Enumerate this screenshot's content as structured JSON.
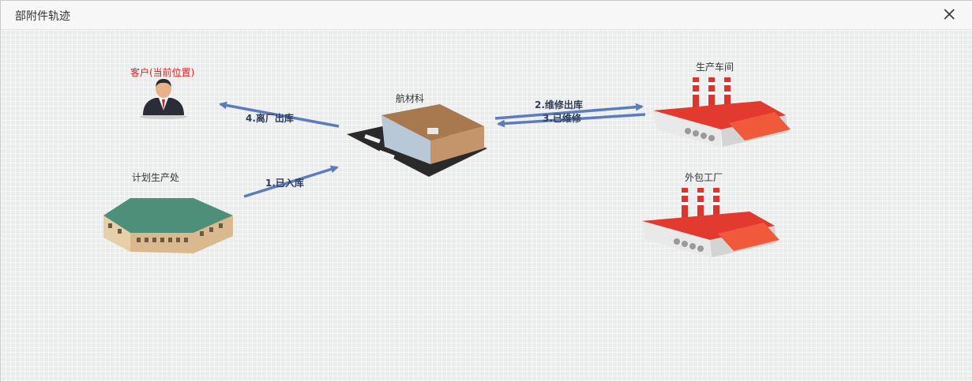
{
  "window": {
    "title": "部附件轨迹",
    "close_icon": "close-icon"
  },
  "nodes": {
    "customer": "客户(当前位置)",
    "planning": "计划生产处",
    "warehouse": "航材科",
    "workshop": "生产车间",
    "outsource": "外包工厂"
  },
  "edges": {
    "e1": "1.已入库",
    "e2": "2.维修出库",
    "e3": "3.已维修",
    "e4": "4.离厂出库"
  },
  "colors": {
    "current_location": "#e02020",
    "arrow": "#5b7dbd"
  }
}
